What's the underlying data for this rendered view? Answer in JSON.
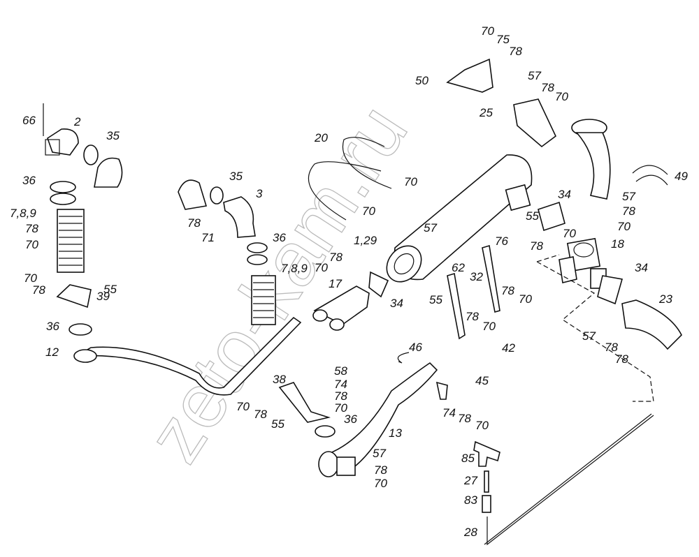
{
  "watermark": "zeto-kam.ru",
  "callouts": [
    {
      "text": "70"
    },
    {
      "text": "75"
    },
    {
      "text": "78"
    },
    {
      "text": "50"
    },
    {
      "text": "57"
    },
    {
      "text": "78"
    },
    {
      "text": "70"
    },
    {
      "text": "25"
    },
    {
      "text": "66"
    },
    {
      "text": "2"
    },
    {
      "text": "35"
    },
    {
      "text": "20"
    },
    {
      "text": "49"
    },
    {
      "text": "57"
    },
    {
      "text": "78"
    },
    {
      "text": "70"
    },
    {
      "text": "36"
    },
    {
      "text": "35"
    },
    {
      "text": "3"
    },
    {
      "text": "70"
    },
    {
      "text": "70"
    },
    {
      "text": "57"
    },
    {
      "text": "7,8,9"
    },
    {
      "text": "78"
    },
    {
      "text": "70"
    },
    {
      "text": "78"
    },
    {
      "text": "71"
    },
    {
      "text": "34"
    },
    {
      "text": "55"
    },
    {
      "text": "70"
    },
    {
      "text": "78"
    },
    {
      "text": "18"
    },
    {
      "text": "36"
    },
    {
      "text": "1,29"
    },
    {
      "text": "76"
    },
    {
      "text": "78"
    },
    {
      "text": "70"
    },
    {
      "text": "7,8,9"
    },
    {
      "text": "62"
    },
    {
      "text": "32"
    },
    {
      "text": "78"
    },
    {
      "text": "70"
    },
    {
      "text": "34"
    },
    {
      "text": "70"
    },
    {
      "text": "78"
    },
    {
      "text": "55"
    },
    {
      "text": "39"
    },
    {
      "text": "17"
    },
    {
      "text": "34"
    },
    {
      "text": "55"
    },
    {
      "text": "78"
    },
    {
      "text": "70"
    },
    {
      "text": "23"
    },
    {
      "text": "36"
    },
    {
      "text": "42"
    },
    {
      "text": "57"
    },
    {
      "text": "78"
    },
    {
      "text": "78"
    },
    {
      "text": "12"
    },
    {
      "text": "46"
    },
    {
      "text": "58"
    },
    {
      "text": "45"
    },
    {
      "text": "74"
    },
    {
      "text": "38"
    },
    {
      "text": "78"
    },
    {
      "text": "70"
    },
    {
      "text": "70"
    },
    {
      "text": "78"
    },
    {
      "text": "55"
    },
    {
      "text": "74"
    },
    {
      "text": "78"
    },
    {
      "text": "70"
    },
    {
      "text": "36"
    },
    {
      "text": "13"
    },
    {
      "text": "57"
    },
    {
      "text": "85"
    },
    {
      "text": "78"
    },
    {
      "text": "70"
    },
    {
      "text": "27"
    },
    {
      "text": "83"
    },
    {
      "text": "28"
    }
  ]
}
